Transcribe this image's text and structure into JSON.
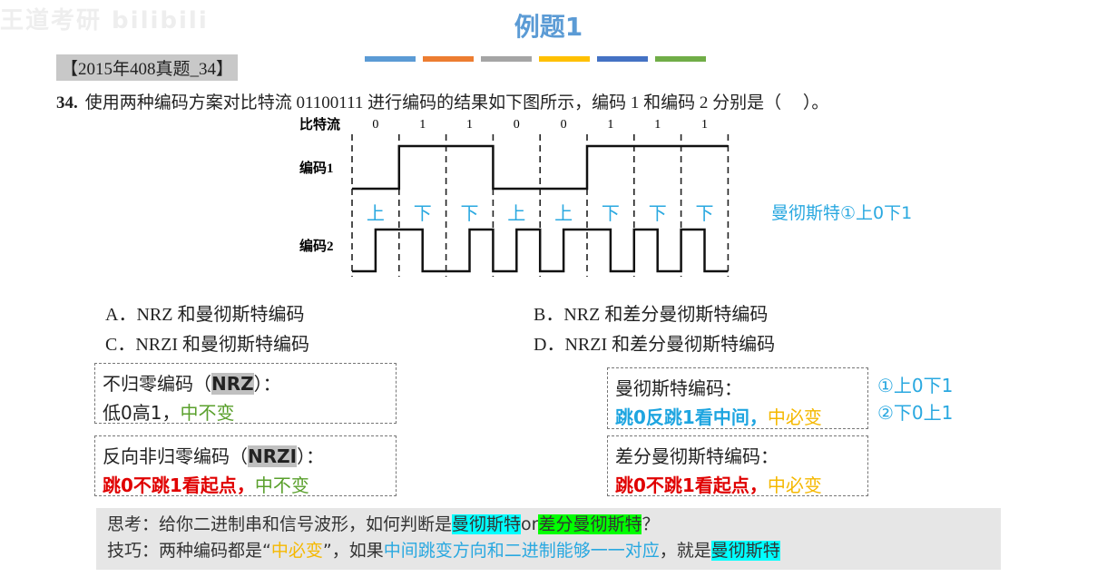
{
  "watermark": "王道考研 bilibili",
  "title": "例题1",
  "accent_bars": [
    "#5b9bd5",
    "#ed7d31",
    "#a5a5a5",
    "#ffc000",
    "#4472c4",
    "#70ad47"
  ],
  "tag": "【2015年408真题_34】",
  "question": {
    "number": "34.",
    "text": "使用两种编码方案对比特流 01100111 进行编码的结果如下图所示，编码 1 和编码 2 分别是（　 ）。"
  },
  "diagram": {
    "bit_label": "比特流",
    "code1_label": "编码1",
    "code2_label": "编码2",
    "bits": [
      "0",
      "1",
      "1",
      "0",
      "0",
      "1",
      "1",
      "1"
    ],
    "code1_levels": [
      0,
      1,
      1,
      0,
      0,
      1,
      1,
      1
    ],
    "code2_first_half": [
      0,
      1,
      0,
      0,
      0,
      1,
      1,
      1
    ],
    "directions": [
      "上",
      "下",
      "下",
      "上",
      "上",
      "下",
      "下",
      "下"
    ],
    "note": "曼彻斯特①上0下1"
  },
  "options": {
    "A": "A．NRZ 和曼彻斯特编码",
    "B": "B．NRZ 和差分曼彻斯特编码",
    "C": "C．NRZI 和曼彻斯特编码",
    "D": "D．NRZI 和差分曼彻斯特编码"
  },
  "notes": {
    "nrz": {
      "t1": "不归零编码（",
      "t2": "NRZ",
      "t3": "）：",
      "l1": "低0高1，",
      "l2": "中不变"
    },
    "nrzi": {
      "t1": "反向非归零编码（",
      "t2": "NRZI",
      "t3": "）：",
      "l1": "跳0不跳1看起点，",
      "l2": "中不变"
    },
    "man": {
      "t": "曼彻斯特编码：",
      "l1": "跳0反跳1看中间，",
      "l2": "中必变"
    },
    "diffman": {
      "t": "差分曼彻斯特编码：",
      "l1": "跳0不跳1看起点，",
      "l2": "中必变"
    },
    "man_rules": [
      "①上0下1",
      "②下0上1"
    ]
  },
  "think": {
    "l1a": "思考：给你二进制串和信号波形，如何判断是",
    "l1b": "曼彻斯特",
    "l1c": "or",
    "l1d": "差分曼彻斯特",
    "l1e": "？",
    "l2a": "技巧：两种编码都是“",
    "l2b": "中必变",
    "l2c": "”，如果",
    "l2d": "中间跳变方向和二进制能够一一对应",
    "l2e": "，就是",
    "l2f": "曼彻斯特"
  }
}
